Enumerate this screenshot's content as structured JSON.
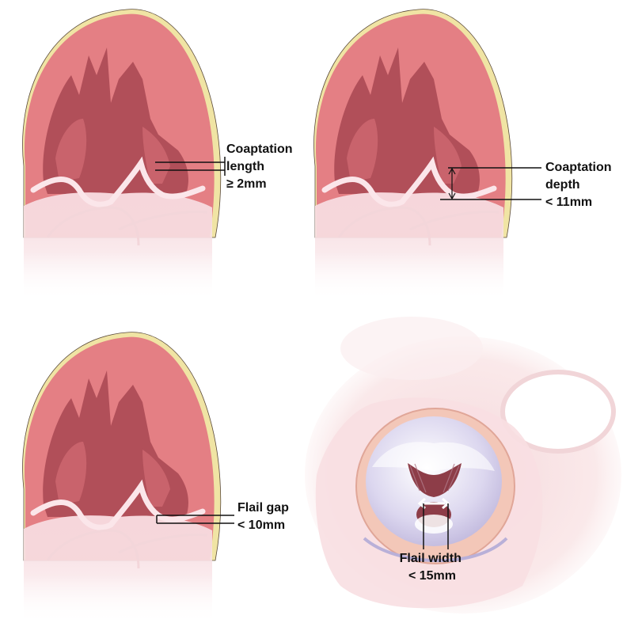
{
  "panels": [
    {
      "id": "coaptation-length",
      "label_lines": [
        "Coaptation",
        "length",
        "≥ 2mm"
      ]
    },
    {
      "id": "coaptation-depth",
      "label_lines": [
        "Coaptation",
        "depth",
        "< 11mm"
      ]
    },
    {
      "id": "flail-gap",
      "label_lines": [
        "Flail gap",
        "< 10mm"
      ]
    },
    {
      "id": "flail-width",
      "label_lines": [
        "Flail width",
        "< 15mm"
      ]
    }
  ],
  "colors": {
    "myocardium": "#e47f84",
    "epicardium_fat": "#f0e4a4",
    "cavity": "#b14f59",
    "cavity_light": "#c9636c",
    "valve": "#fbe6ea",
    "atrium_fade": "#f7dde1",
    "valve_annulus": "#f3c7b8",
    "leaflet": "#d9d4ec",
    "orifice": "#8d3d48",
    "arrow": "#ffffff",
    "leader_line": "#111111"
  }
}
